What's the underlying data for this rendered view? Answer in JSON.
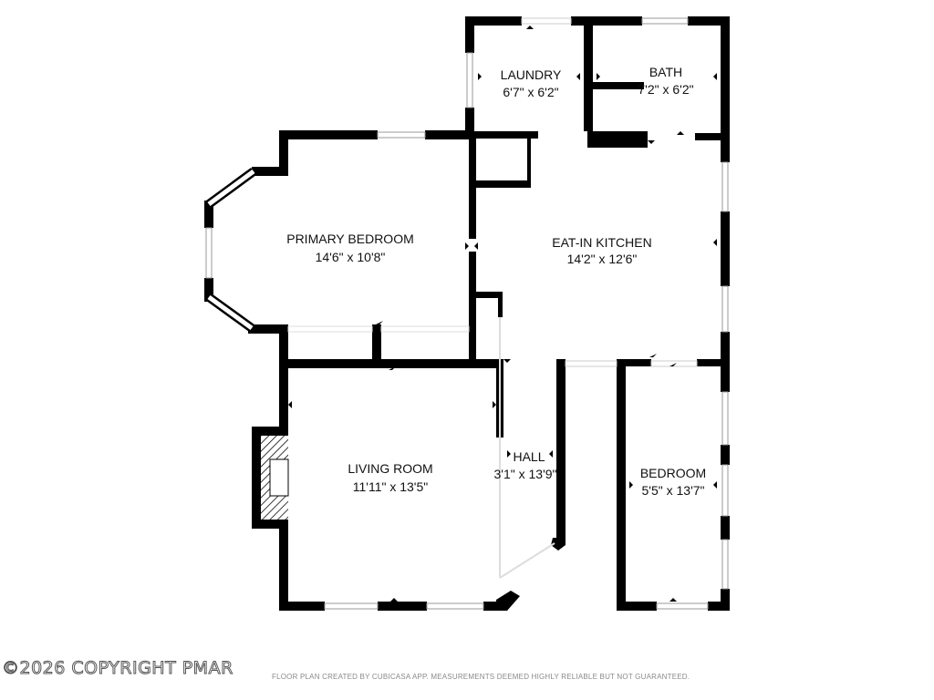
{
  "rooms": {
    "laundry": {
      "name": "LAUNDRY",
      "dims": "6'7\" x 6'2\""
    },
    "bath": {
      "name": "BATH",
      "dims": "7'2\" x 6'2\""
    },
    "primary_bedroom": {
      "name": "PRIMARY BEDROOM",
      "dims": "14'6\" x 10'8\""
    },
    "eat_in_kitchen": {
      "name": "EAT-IN KITCHEN",
      "dims": "14'2\" x 12'6\""
    },
    "living_room": {
      "name": "LIVING ROOM",
      "dims": "11'11\" x 13'5\""
    },
    "hall": {
      "name": "HALL",
      "dims": "3'1\" x 13'9\""
    },
    "bedroom": {
      "name": "BEDROOM",
      "dims": "5'5\" x 13'7\""
    }
  },
  "footer": {
    "copyright": "©2026 COPYRIGHT PMAR",
    "disclaimer": "FLOOR PLAN CREATED BY CUBICASA APP. MEASUREMENTS DEEMED HIGHLY RELIABLE BUT NOT GUARANTEED."
  },
  "colors": {
    "wall": "#000000",
    "window": "#cccccc",
    "background": "#ffffff"
  }
}
